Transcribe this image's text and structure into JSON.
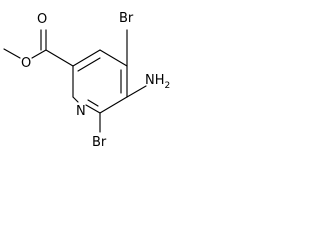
{
  "structure": {
    "atoms": {
      "br_top": "Br",
      "nh2_n": "NH",
      "nh2_sub": "2",
      "ring_n": "N",
      "br_bottom": "Br",
      "carbonyl_o": "O",
      "ester_o": "O"
    },
    "colors": {
      "ink": "#000000",
      "background": "#ffffff"
    }
  }
}
